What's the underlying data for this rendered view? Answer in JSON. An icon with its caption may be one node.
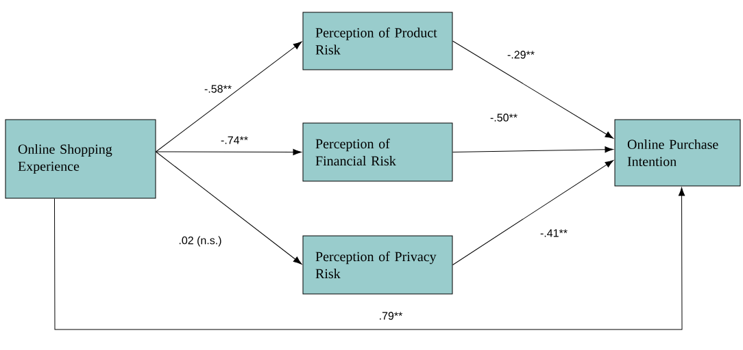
{
  "diagram": {
    "nodes": [
      {
        "text": [
          "Online Shopping Experience"
        ]
      },
      {
        "text": [
          "Perception of Product Risk"
        ]
      },
      {
        "text": [
          "Perception of Financial Risk"
        ]
      },
      {
        "text": [
          "Perception of Privacy Risk"
        ]
      },
      {
        "text": [
          "Online Purchase Intention"
        ]
      }
    ],
    "edges": [
      {
        "from": 0,
        "to": 1,
        "arrow": "to",
        "label": "-.58**"
      },
      {
        "from": 0,
        "to": 2,
        "arrow": "to",
        "label": "-.74**"
      },
      {
        "from": 0,
        "to": 3,
        "arrow": "to",
        "label": ".02 (n.s.)"
      },
      {
        "from": 1,
        "to": 4,
        "arrow": "to",
        "label": "-.29**"
      },
      {
        "from": 2,
        "to": 4,
        "arrow": "to",
        "label": "-.50**"
      },
      {
        "from": 3,
        "to": 4,
        "arrow": "to",
        "label": "-.41**"
      },
      {
        "from": 0,
        "to": 4,
        "arrow": "to",
        "label": ".79**"
      }
    ]
  }
}
